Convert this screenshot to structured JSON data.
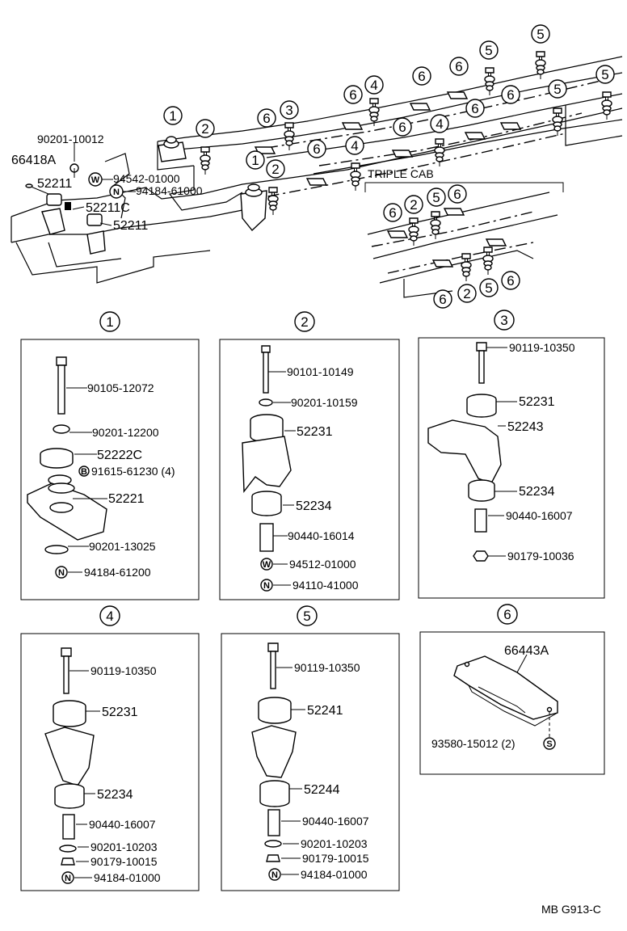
{
  "top": {
    "lbl_90201_10012": "90201-10012",
    "lbl_66418A": "66418A",
    "lbl_52211_a": "52211",
    "lbl_94542": "94542-01000",
    "lbl_94184_61000": "94184-61000",
    "lbl_52211C": "52211C",
    "lbl_52211_b": "52211",
    "triple_cab": "TRIPLE CAB",
    "letter_w": "W",
    "letter_n": "N"
  },
  "callouts": {
    "one": "1",
    "two": "2",
    "three": "3",
    "four": "4",
    "five": "5",
    "six": "6"
  },
  "box1": {
    "title": "1",
    "p1": "90105-12072",
    "p2": "90201-12200",
    "p3": "52222C",
    "p4": "91615-61230 (4)",
    "p4_letter": "B",
    "p5": "52221",
    "p6": "90201-13025",
    "p7": "94184-61200",
    "p7_letter": "N"
  },
  "box2": {
    "title": "2",
    "p1": "90101-10149",
    "p2": "90201-10159",
    "p3": "52231",
    "p4": "52234",
    "p5": "90440-16014",
    "p6": "94512-01000",
    "p6_letter": "W",
    "p7": "94110-41000",
    "p7_letter": "N"
  },
  "box3": {
    "title": "3",
    "p1": "90119-10350",
    "p2": "52231",
    "p3": "52243",
    "p4": "52234",
    "p5": "90440-16007",
    "p6": "90179-10036"
  },
  "box4": {
    "title": "4",
    "p1": "90119-10350",
    "p2": "52231",
    "p3": "52234",
    "p4": "90440-16007",
    "p5": "90201-10203",
    "p6": "90179-10015",
    "p7": "94184-01000",
    "p7_letter": "N"
  },
  "box5": {
    "title": "5",
    "p1": "90119-10350",
    "p2": "52241",
    "p3": "52244",
    "p4": "90440-16007",
    "p5": "90201-10203",
    "p6": "90179-10015",
    "p7": "94184-01000",
    "p7_letter": "N"
  },
  "box6": {
    "title": "6",
    "p1": "66443A",
    "p2": "93580-15012 (2)",
    "p2_letter": "S"
  },
  "footer": {
    "code": "MB G913-C"
  }
}
